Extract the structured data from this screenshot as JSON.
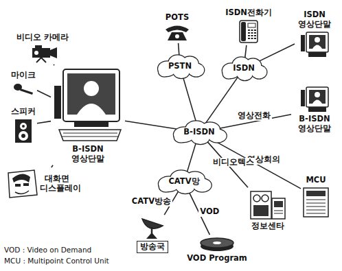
{
  "diagram": {
    "nodes": [
      {
        "text": [
          "B-ISDN"
        ]
      },
      {
        "text": [
          "PSTN"
        ]
      },
      {
        "text": [
          "ISDN"
        ]
      },
      {
        "text": [
          "CATV망"
        ]
      },
      {
        "text": [
          "POTS"
        ]
      },
      {
        "text": [
          "ISDN전화기"
        ]
      },
      {
        "text": [
          "ISDN 영상단말"
        ]
      },
      {
        "text": [
          "B-ISDN 영상단말"
        ]
      },
      {
        "text": [
          "MCU"
        ]
      },
      {
        "text": [
          "정보센타"
        ]
      },
      {
        "text": [
          "방송국"
        ]
      },
      {
        "text": [
          "VOD Program"
        ]
      },
      {
        "text": [
          "B-ISDN 영상단말"
        ]
      },
      {
        "text": [
          "비디오 카메라"
        ]
      },
      {
        "text": [
          "마이크"
        ]
      },
      {
        "text": [
          "스피커"
        ]
      },
      {
        "text": [
          "대화면 디스플레이"
        ]
      }
    ],
    "edges": [
      {
        "from": 0,
        "to": 1,
        "arrow": "none"
      },
      {
        "from": 0,
        "to": 2,
        "arrow": "none"
      },
      {
        "from": 1,
        "to": 4,
        "arrow": "none"
      },
      {
        "from": 2,
        "to": 5,
        "arrow": "none"
      },
      {
        "from": 2,
        "to": 6,
        "arrow": "none"
      },
      {
        "from": 0,
        "to": 7,
        "label": "영상전화",
        "arrow": "none"
      },
      {
        "from": 0,
        "to": 8,
        "label": "영상회의",
        "arrow": "none"
      },
      {
        "from": 0,
        "to": 9,
        "label": "비디오텍스",
        "arrow": "none"
      },
      {
        "from": 0,
        "to": 3,
        "arrow": "none"
      },
      {
        "from": 3,
        "to": 10,
        "label": "CATV방송",
        "arrow": "none"
      },
      {
        "from": 3,
        "to": 11,
        "label": "VOD",
        "arrow": "none"
      },
      {
        "from": 12,
        "to": 0,
        "arrow": "none"
      },
      {
        "from": 13,
        "to": 12,
        "arrow": "none"
      },
      {
        "from": 14,
        "to": 12,
        "arrow": "none"
      },
      {
        "from": 15,
        "to": 12,
        "arrow": "none"
      },
      {
        "from": 16,
        "to": 12,
        "arrow": "none"
      }
    ],
    "labels": [
      "VOD : Video on Demand",
      "MCU : Multipoint Control Unit"
    ]
  }
}
